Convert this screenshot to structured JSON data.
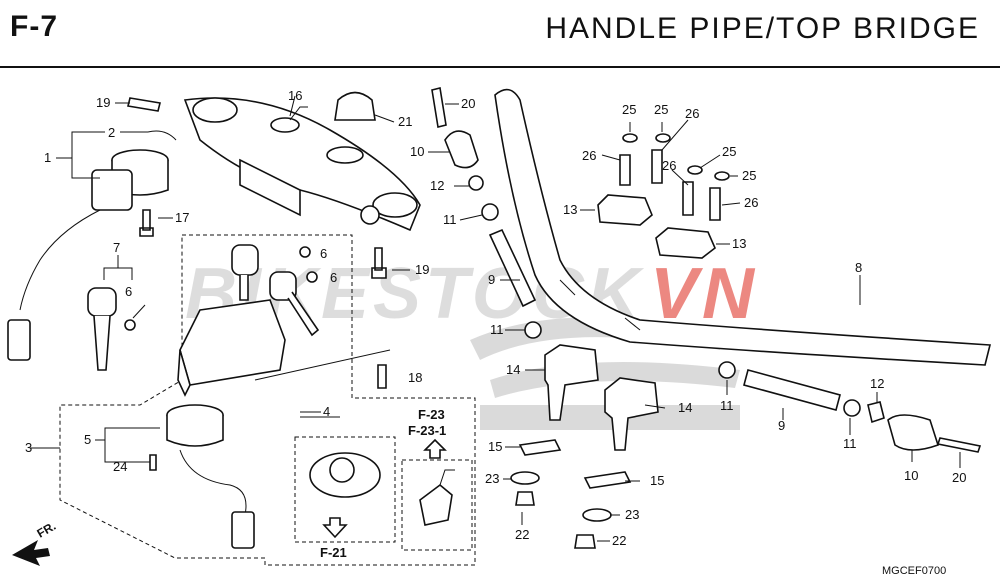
{
  "header": {
    "code": "F-7",
    "title": "HANDLE  PIPE/TOP  BRIDGE"
  },
  "watermark": "BIKESTOCK.VN",
  "image_code": "MGCEF0700",
  "fr_label": "FR.",
  "callouts": [
    "1",
    "2",
    "3",
    "4",
    "5",
    "6",
    "6",
    "7",
    "6",
    "8",
    "9",
    "9",
    "10",
    "10",
    "11",
    "11",
    "11",
    "11",
    "12",
    "12",
    "13",
    "13",
    "14",
    "14",
    "15",
    "15",
    "16",
    "17",
    "18",
    "19",
    "19",
    "20",
    "20",
    "21",
    "22",
    "22",
    "23",
    "23",
    "24",
    "25",
    "25",
    "25",
    "25",
    "26",
    "26",
    "26",
    "26"
  ],
  "refs": {
    "f23": "F-23",
    "f231": "F-23-1",
    "f21": "F-21"
  },
  "colors": {
    "line": "#111111",
    "watermark_red": "#e03a2f",
    "watermark_grey": "#c8c8c8",
    "honda_dots": "#bdbdbd"
  }
}
